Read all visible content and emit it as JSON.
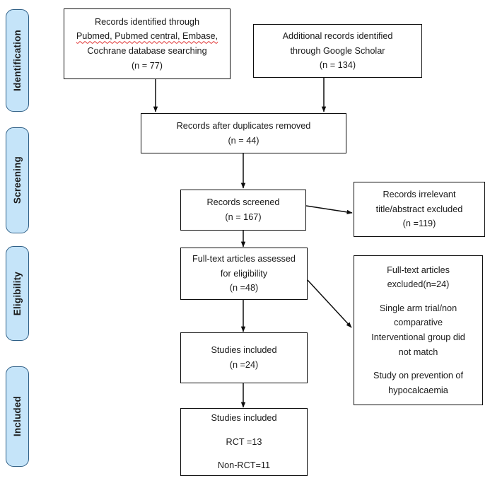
{
  "diagram": {
    "title": "PRISMA study selection flow diagram",
    "type": "flowchart",
    "accent_color": "#c5e4f9",
    "accent_border_color": "#2f5f86",
    "node_border_color": "#0d0d0d",
    "spellcheck_underline_color": "#e03030"
  },
  "stages": [
    {
      "label": "Identification"
    },
    {
      "label": "Screening"
    },
    {
      "label": "Eligibility"
    },
    {
      "label": "Included"
    }
  ],
  "nodes": {
    "records_identified": {
      "lines": [
        "Records identified through",
        "Pubmed, Pubmed central, Embase,",
        "Cochrane database searching",
        "(n = 77)"
      ],
      "count": 77
    },
    "additional_records": {
      "lines": [
        "Additional records identified",
        "through Google Scholar",
        "(n = 134)"
      ],
      "count": 134
    },
    "duplicates_removed": {
      "lines": [
        "Records after duplicates removed",
        "(n = 44)"
      ],
      "count": 44
    },
    "records_screened": {
      "lines": [
        "Records screened",
        "(n = 167)"
      ],
      "count": 167
    },
    "records_excluded": {
      "lines": [
        "Records irrelevant",
        "title/abstract excluded",
        "(n =119)"
      ],
      "count": 119
    },
    "fulltext_assessed": {
      "lines": [
        "Full-text articles assessed",
        "for eligibility",
        "(n =48)"
      ],
      "count": 48
    },
    "fulltext_excluded": {
      "lines": [
        "Full-text articles",
        "excluded(n=24)",
        "Single arm trial/non",
        "comparative",
        "Interventional group did",
        "not match",
        "Study on prevention of",
        "hypocalcaemia"
      ],
      "count": 24
    },
    "studies_included": {
      "lines": [
        "Studies included",
        "(n =24)"
      ],
      "count": 24
    },
    "studies_included_breakdown": {
      "lines": [
        "Studies included",
        "RCT =13",
        "Non-RCT=11"
      ],
      "rct": 13,
      "non_rct": 11
    }
  }
}
